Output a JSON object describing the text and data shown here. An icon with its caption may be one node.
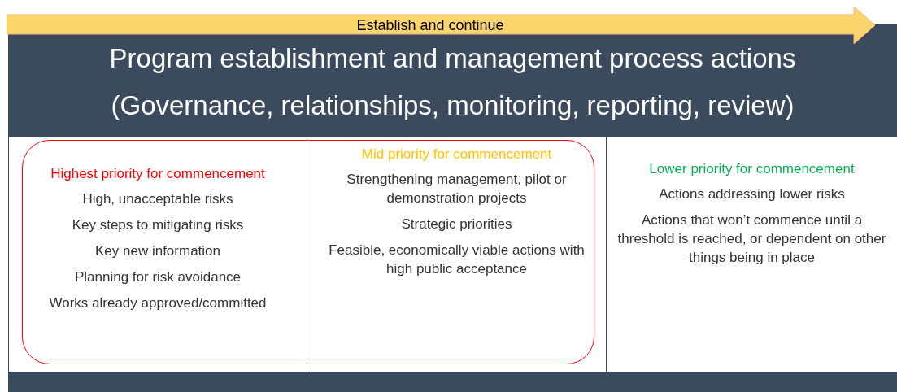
{
  "diagram": {
    "nodes": [
      {
        "text": [
          "Establish and continue"
        ]
      },
      {
        "text": [
          "Program establishment and management process actions",
          "(Governance, relationships, monitoring, reporting, review)"
        ]
      },
      {
        "text": [
          "Highest priority for commencement",
          "High, unacceptable risks",
          "Key steps to mitigating risks",
          "Key new information",
          "Planning for risk avoidance",
          "Works already approved/committed"
        ]
      },
      {
        "text": [
          "Mid priority for commencement",
          "Strengthening management, pilot or demonstration projects",
          "Strategic priorities",
          "Feasible, economically viable actions with high public acceptance"
        ]
      },
      {
        "text": [
          "Lower priority for commencement",
          "Actions addressing lower risks",
          "Actions that won’t commence until a threshold is reached, or dependent on other things being in place"
        ]
      },
      {
        "text": [],
        "shape": "box"
      },
      {
        "text": [],
        "shape": "bar"
      }
    ],
    "edges": []
  }
}
